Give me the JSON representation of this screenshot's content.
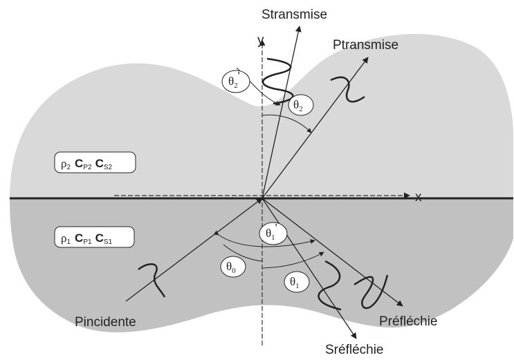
{
  "media": {
    "upper": {
      "rho": "ρ",
      "rho_sub": "2",
      "cp": "C",
      "cp_sub": "P2",
      "cs": "C",
      "cs_sub": "S2"
    },
    "lower": {
      "rho": "ρ",
      "rho_sub": "1",
      "cp": "C",
      "cp_sub": "P1",
      "cs": "C",
      "cs_sub": "S1"
    }
  },
  "axes": {
    "x": "x",
    "y": "y"
  },
  "waves": {
    "s_transmise": "Stransmise",
    "p_transmise": "Ptransmise",
    "p_incidente": "Pincidente",
    "p_reflechie": "Préfléchie",
    "s_reflechie": "Sréfléchie"
  },
  "angles": {
    "theta2_prime": {
      "sym": "θ",
      "sub": "2",
      "mark": "'"
    },
    "theta2": {
      "sym": "θ",
      "sub": "2"
    },
    "theta1_prime": {
      "sym": "θ",
      "sub": "1",
      "mark": "'"
    },
    "theta0": {
      "sym": "θ",
      "sub": "0"
    },
    "theta1": {
      "sym": "θ",
      "sub": "1"
    }
  },
  "colors": {
    "upper_medium": "#d9d9d9",
    "lower_medium": "#c1c1c1",
    "ink": "#222222"
  }
}
